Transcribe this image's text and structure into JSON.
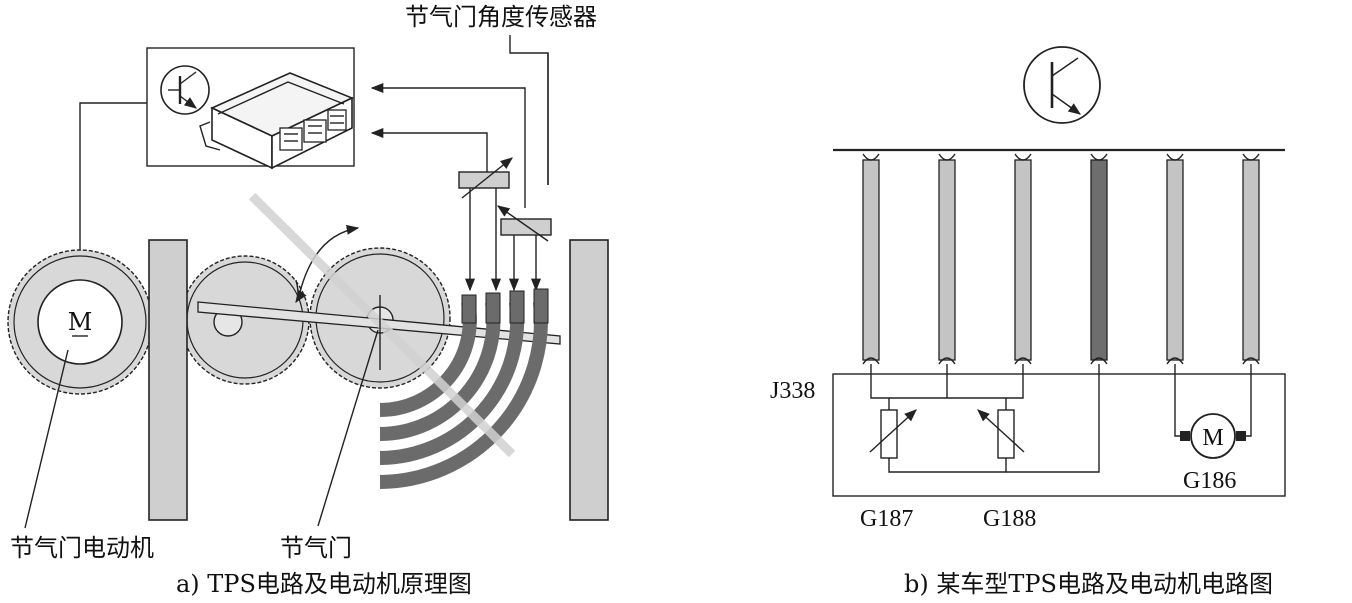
{
  "left": {
    "sensor_label": "节气门角度传感器",
    "motor_symbol": "M",
    "motor_label": "节气门电动机",
    "valve_label": "节气门",
    "caption": "a) TPS电路及电动机原理图"
  },
  "right": {
    "module_label": "J338",
    "sensor1_label": "G187",
    "sensor2_label": "G188",
    "motor_symbol": "M",
    "motor_label": "G186",
    "caption": "b) 某车型TPS电路及电动机电路图"
  },
  "colors": {
    "gear_fill": "#d8d8d8",
    "wire_light": "#c4c4c4",
    "wire_dark": "#6e6e6e",
    "track_dark": "#6b6b6b"
  }
}
